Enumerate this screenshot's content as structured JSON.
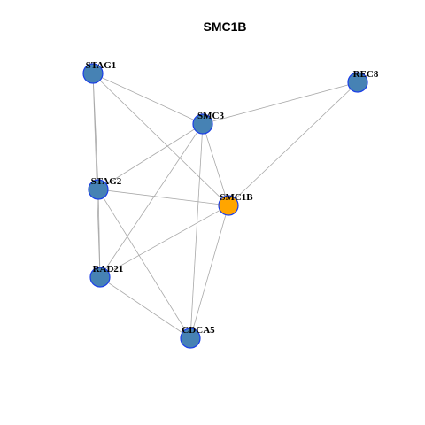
{
  "title": "SMC1B",
  "colors": {
    "default_node": "#4682B4",
    "focus_node": "#FFA500",
    "node_border": "#1a3ee8",
    "edge": "#a9a9a9"
  },
  "nodes": [
    {
      "id": "STAG1",
      "label": "STAG1",
      "focus": false
    },
    {
      "id": "REC8",
      "label": "REC8",
      "focus": false
    },
    {
      "id": "SMC3",
      "label": "SMC3",
      "focus": false
    },
    {
      "id": "STAG2",
      "label": "STAG2",
      "focus": false
    },
    {
      "id": "SMC1B",
      "label": "SMC1B",
      "focus": true
    },
    {
      "id": "RAD21",
      "label": "RAD21",
      "focus": false
    },
    {
      "id": "CDCA5",
      "label": "CDCA5",
      "focus": false
    }
  ],
  "edges": [
    [
      "STAG1",
      "SMC3"
    ],
    [
      "STAG1",
      "SMC1B"
    ],
    [
      "STAG1",
      "STAG2"
    ],
    [
      "STAG1",
      "RAD21"
    ],
    [
      "REC8",
      "SMC3"
    ],
    [
      "REC8",
      "SMC1B"
    ],
    [
      "SMC3",
      "STAG2"
    ],
    [
      "SMC3",
      "SMC1B"
    ],
    [
      "SMC3",
      "RAD21"
    ],
    [
      "SMC3",
      "CDCA5"
    ],
    [
      "STAG2",
      "SMC1B"
    ],
    [
      "STAG2",
      "RAD21"
    ],
    [
      "STAG2",
      "CDCA5"
    ],
    [
      "SMC1B",
      "RAD21"
    ],
    [
      "SMC1B",
      "CDCA5"
    ],
    [
      "RAD21",
      "CDCA5"
    ]
  ]
}
